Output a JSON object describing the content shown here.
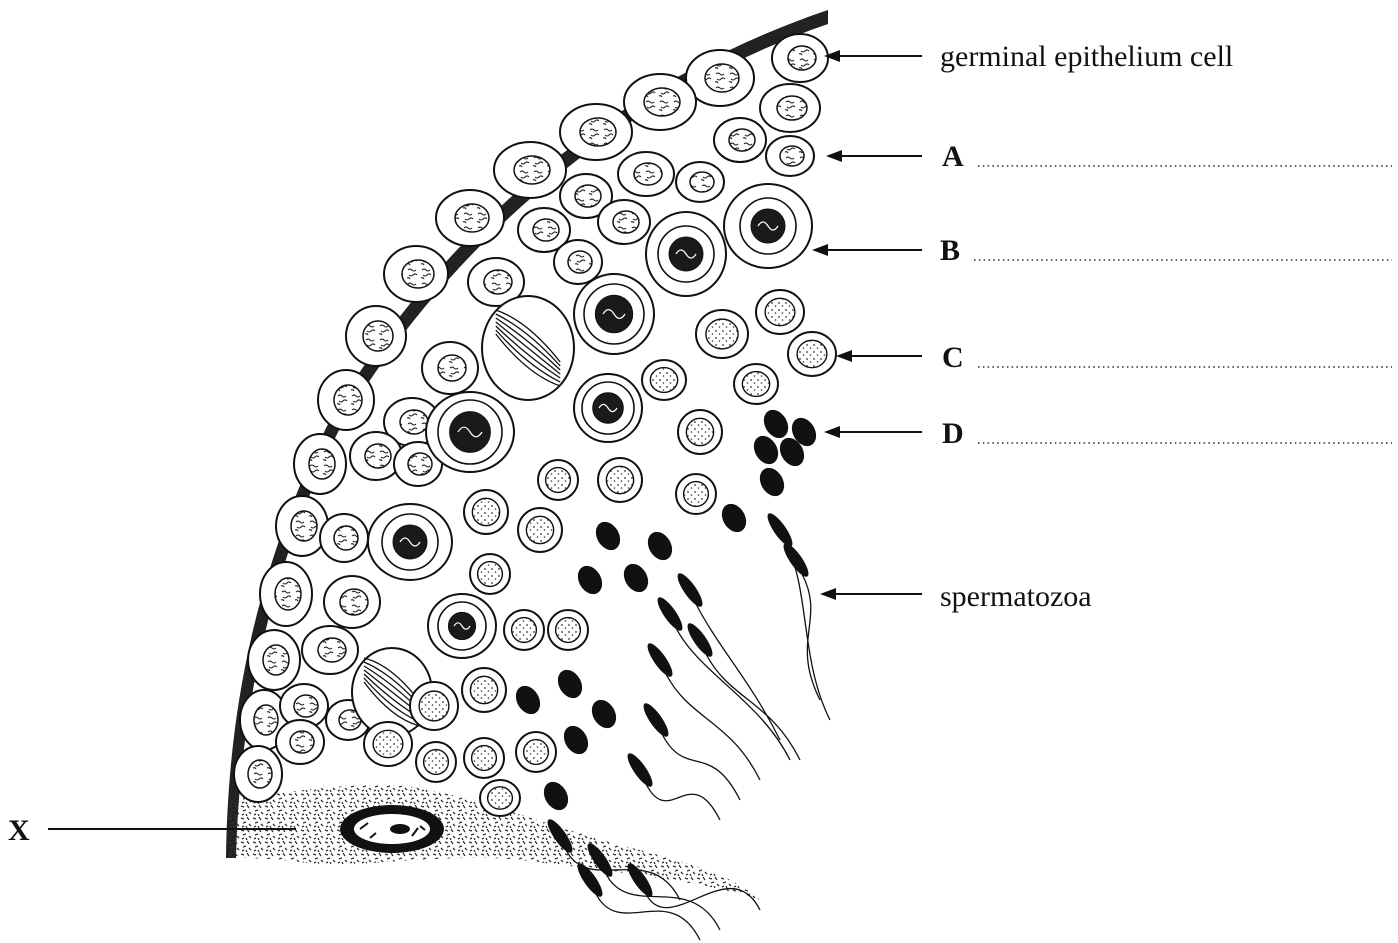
{
  "labels": {
    "germinal": "germinal epithelium cell",
    "a": "A",
    "b": "B",
    "c": "C",
    "d": "D",
    "spermatozoa": "spermatozoa",
    "x": "X"
  },
  "colors": {
    "ink": "#111111",
    "paper": "#ffffff",
    "stipple": "#444444"
  }
}
